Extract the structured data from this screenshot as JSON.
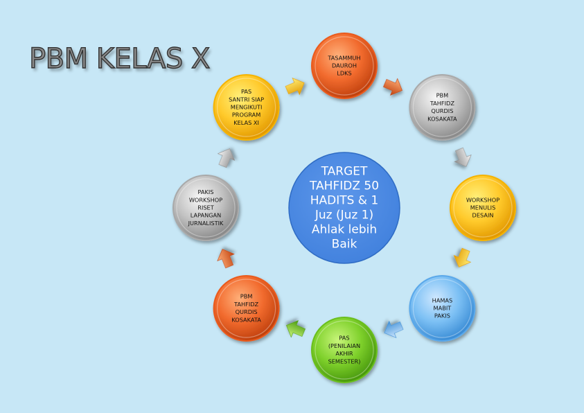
{
  "title": "PBM KELAS X",
  "center": {
    "lines": [
      "TARGET",
      "TAHFIDZ 50",
      "HADITS & 1",
      "Juz (Juz 1)",
      "Ahlak lebih",
      "Baik"
    ],
    "color": "#3f7fdc"
  },
  "nodes": [
    {
      "id": "tasammuh",
      "lines": [
        "TASAMMUH",
        "DAUROH",
        "LDKS"
      ],
      "color": "orange-red"
    },
    {
      "id": "pbm-top",
      "lines": [
        "PBM",
        "TAHFIDZ",
        "QURDIS",
        "KOSAKATA"
      ],
      "color": "silver"
    },
    {
      "id": "workshop-menulis",
      "lines": [
        "WORKSHOP",
        "MENULIS",
        "DESAIN"
      ],
      "color": "yellow"
    },
    {
      "id": "hamas",
      "lines": [
        "HAMAS",
        "MABIT",
        "PAKIS"
      ],
      "color": "blue"
    },
    {
      "id": "pas-bottom",
      "lines": [
        "PAS",
        "(PENILAIAN",
        "AKHIR",
        "SEMESTER)"
      ],
      "color": "green"
    },
    {
      "id": "pbm-left",
      "lines": [
        "PBM",
        "TAHFIDZ",
        "QURDIS",
        "KOSAKATA"
      ],
      "color": "orange-red"
    },
    {
      "id": "pakis",
      "lines": [
        "PAKIS",
        "WORKSHOP",
        "RISET",
        "LAPANGAN",
        "JURNALISTIK"
      ],
      "color": "silver"
    },
    {
      "id": "pas-top",
      "lines": [
        "PAS",
        "SANTRI SIAP",
        "MENGIKUTI",
        "PROGRAM",
        "KELAS XI"
      ],
      "color": "yellow"
    }
  ],
  "arrows": [
    {
      "from": "tasammuh",
      "to": "pbm-top",
      "color": "orange-red"
    },
    {
      "from": "pbm-top",
      "to": "workshop-menulis",
      "color": "silver"
    },
    {
      "from": "workshop-menulis",
      "to": "hamas",
      "color": "yellow"
    },
    {
      "from": "hamas",
      "to": "pas-bottom",
      "color": "blue"
    },
    {
      "from": "pas-bottom",
      "to": "pbm-left",
      "color": "green"
    },
    {
      "from": "pbm-left",
      "to": "pakis",
      "color": "orange-red"
    },
    {
      "from": "pakis",
      "to": "pas-top",
      "color": "silver"
    },
    {
      "from": "pas-top",
      "to": "tasammuh",
      "color": "yellow"
    }
  ],
  "palette": {
    "orange-red": {
      "light": "#ffb07a",
      "mid": "#f26b2e",
      "dark": "#c1420f",
      "rim": "#ea5a1c"
    },
    "silver": {
      "light": "#f7f7f7",
      "mid": "#c2c2c2",
      "dark": "#8b8b8b",
      "rim": "#a9a9a9"
    },
    "yellow": {
      "light": "#fff07a",
      "mid": "#ffca2c",
      "dark": "#e39a00",
      "rim": "#f5b300"
    },
    "blue": {
      "light": "#cfe8ff",
      "mid": "#7cc0f4",
      "dark": "#3d8ed6",
      "rim": "#5aa8ea"
    },
    "green": {
      "light": "#c8f57a",
      "mid": "#7fd12c",
      "dark": "#4a9a0e",
      "rim": "#6abf1e"
    }
  }
}
